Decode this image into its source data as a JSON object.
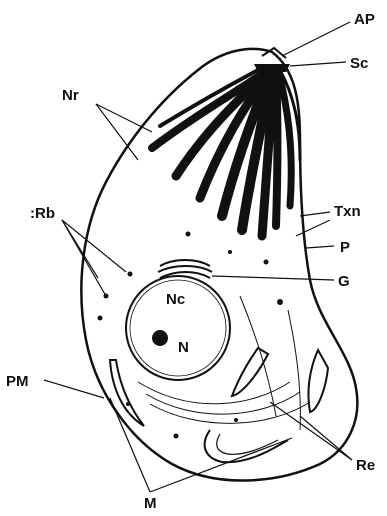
{
  "diagram": {
    "labels": {
      "AP": "AP",
      "Sc": "Sc",
      "Nr": "Nr",
      "Rb": ":Rb",
      "Txn": "Txn",
      "P": "P",
      "G": "G",
      "Nc": "Nc",
      "N": "N",
      "PM": "PM",
      "M": "M",
      "Re": "Re"
    }
  },
  "colors": {
    "ink": "#111111",
    "paper": "#ffffff"
  }
}
